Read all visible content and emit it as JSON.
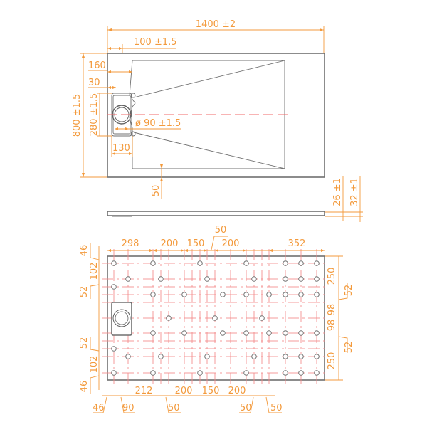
{
  "drawing": {
    "title": "Shower tray technical drawing",
    "colors": {
      "dimension": "#f39a3c",
      "outline": "#707070",
      "centerline": "#f06a6a",
      "grid": "#f38a8a"
    }
  },
  "top_view": {
    "overall_width": "1400 ±2",
    "overall_depth": "800 ±1.5",
    "drain_offset": "100 ±1.5",
    "dim_160": "160",
    "dim_30": "30",
    "drain_length": "280 ±1.5",
    "drain_diameter": "ø 90 ±1.5",
    "drain_width": "130",
    "border": "50"
  },
  "side_view": {
    "thickness_inner": "26 ±1",
    "thickness_total": "32 ±1"
  },
  "bottom_view": {
    "top_dims": [
      "298",
      "200",
      "150",
      "50",
      "200",
      "352"
    ],
    "bottom_dims": [
      "212",
      "200",
      "150",
      "200"
    ],
    "bottom_small": [
      "46",
      "90",
      "50",
      "50",
      "50"
    ],
    "left_dims": [
      "46",
      "102",
      "52",
      "52",
      "102",
      "46"
    ],
    "right_dims": [
      "250",
      "52",
      "98",
      "98",
      "52",
      "250"
    ]
  }
}
